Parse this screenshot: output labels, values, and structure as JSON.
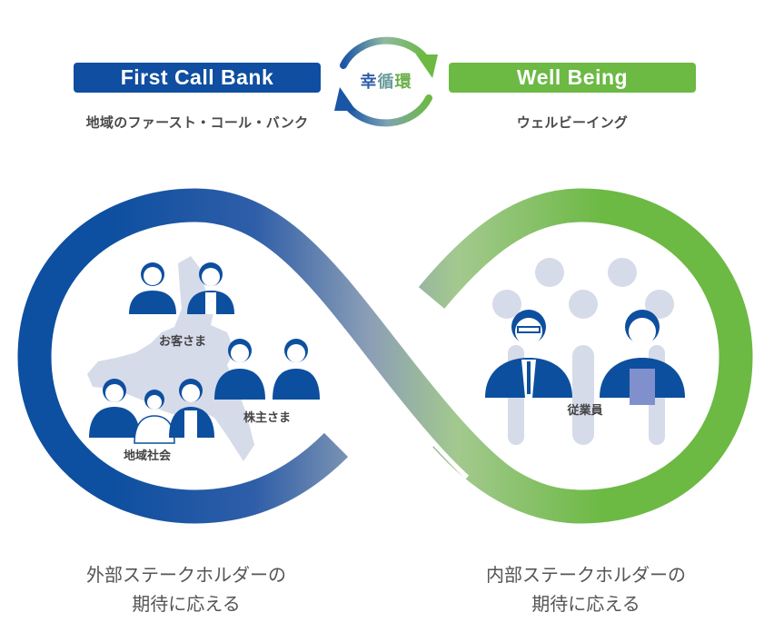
{
  "header": {
    "left_title": "First Call Bank",
    "left_subtitle": "地域のファースト・コール・バンク",
    "right_title": "Well Being",
    "right_subtitle": "ウェルビーイング",
    "cycle_chars": [
      "幸",
      "循",
      "環"
    ]
  },
  "diagram": {
    "left_loop": {
      "groups": [
        {
          "label": "お客さま",
          "icon": "customers-icon"
        },
        {
          "label": "株主さま",
          "icon": "shareholders-icon"
        },
        {
          "label": "地域社会",
          "icon": "community-icon"
        }
      ],
      "background": "region-map-icon"
    },
    "right_loop": {
      "groups": [
        {
          "label": "従業員",
          "icon": "employees-icon"
        }
      ]
    }
  },
  "footer": {
    "left_line1": "外部ステークホルダーの",
    "left_line2": "期待に応える",
    "right_line1": "内部ステークホルダーの",
    "right_line2": "期待に応える"
  },
  "colors": {
    "blue": "#0f4ea0",
    "green": "#6cb944",
    "mid": "#9ab0a8",
    "figure_blue": "#0d4f9f",
    "figure_bg": "#d6dbea",
    "text_gray": "#4a4a4a"
  }
}
